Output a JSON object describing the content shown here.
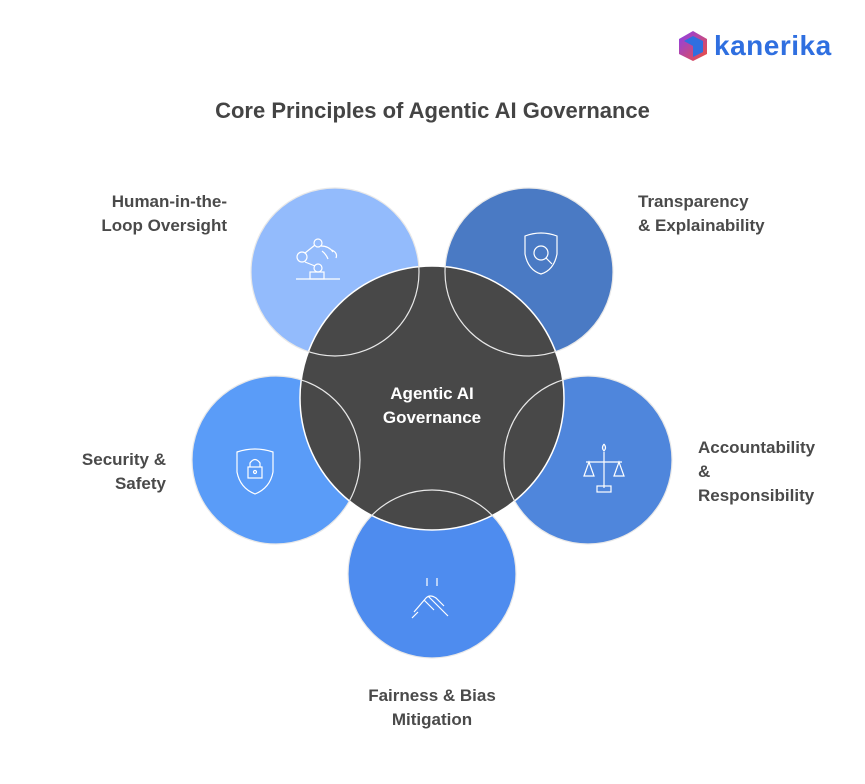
{
  "logo": {
    "text": "kanerika"
  },
  "title": "Core Principles of Agentic AI Governance",
  "center": {
    "line1": "Agentic AI",
    "line2": "Governance",
    "color": "#484848"
  },
  "principles": [
    {
      "line1": "Human-in-the-",
      "line2": "Loop Oversight",
      "icon": "robot-arm-icon",
      "color": "#93bbfc"
    },
    {
      "line1": "Transparency",
      "line2": "& Explainability",
      "icon": "shield-search-icon",
      "color": "#4a7ac4"
    },
    {
      "line1": "Accountability",
      "line2": "&",
      "line3": "Responsibility",
      "icon": "scales-icon",
      "color": "#4f86dc"
    },
    {
      "line1": "Fairness & Bias",
      "line2": "Mitigation",
      "icon": "handshake-icon",
      "color": "#4e8cef"
    },
    {
      "line1": "Security &",
      "line2": "Safety",
      "icon": "shield-lock-icon",
      "color": "#5a9cf8"
    }
  ]
}
